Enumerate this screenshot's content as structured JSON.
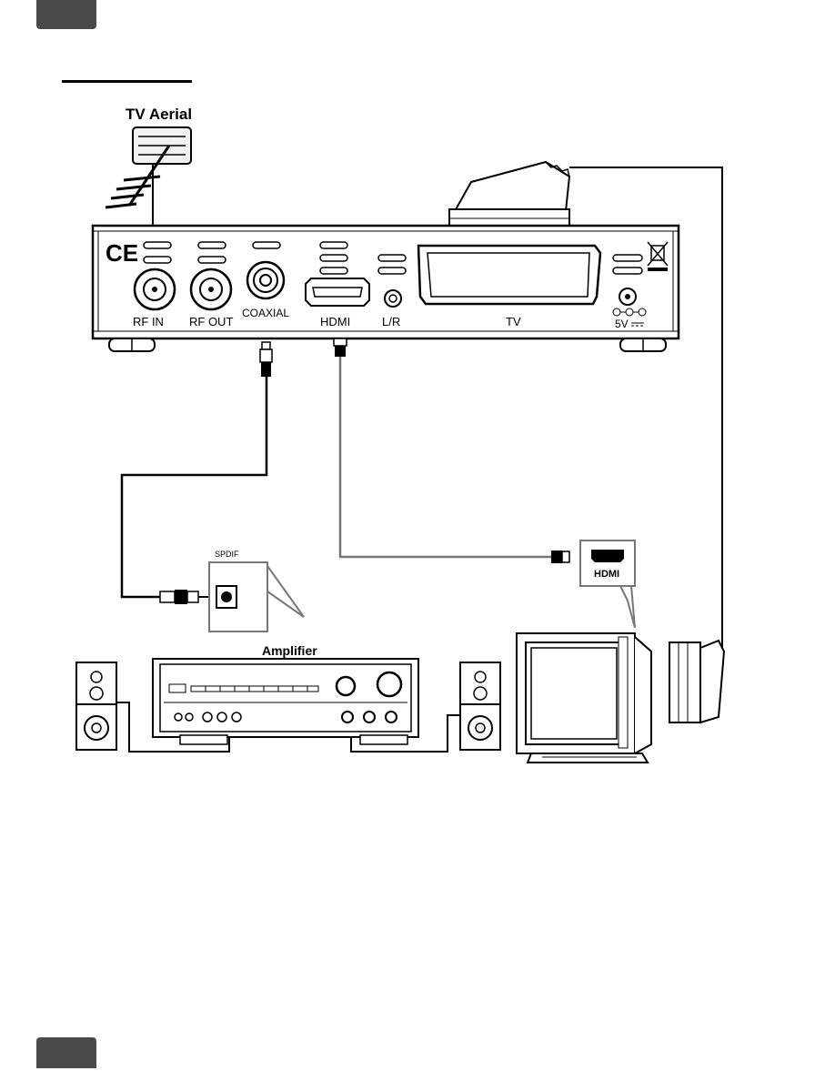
{
  "labels": {
    "tv_aerial": "TV Aerial",
    "ce": "CE",
    "rf_in": "RF IN",
    "rf_out": "RF OUT",
    "coaxial": "COAXIAL",
    "hdmi_port": "HDMI",
    "lr": "L/R",
    "tv_port": "TV",
    "power": "5V",
    "spdif": "SPDIF",
    "tv_hdmi": "HDMI",
    "amplifier": "Amplifier"
  }
}
